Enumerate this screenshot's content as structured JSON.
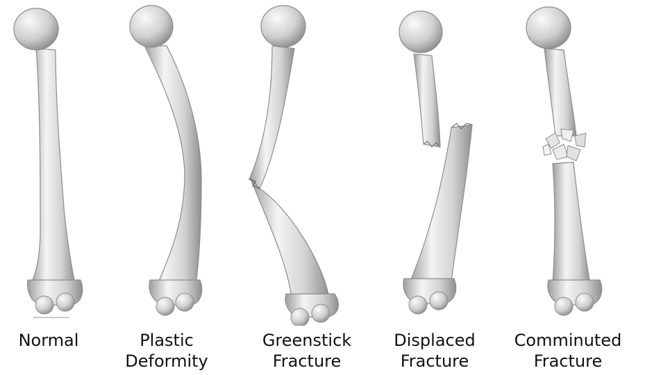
{
  "panels": [
    {
      "name": "normal",
      "label_lines": [
        "Normal"
      ]
    },
    {
      "name": "plastic-deformity",
      "label_lines": [
        "Plastic",
        "Deformity"
      ]
    },
    {
      "name": "greenstick-fracture",
      "label_lines": [
        "Greenstick",
        "Fracture"
      ]
    },
    {
      "name": "displaced-fracture",
      "label_lines": [
        "Displaced",
        "Fracture"
      ]
    },
    {
      "name": "comminuted-fracture",
      "label_lines": [
        "Comminuted",
        "Fracture"
      ]
    }
  ],
  "colors": {
    "bone_light": "#f2f2f2",
    "bone_mid": "#d4d4d4",
    "bone_dark": "#a8a8a8",
    "outline": "#8c8c8c",
    "text": "#111111"
  }
}
